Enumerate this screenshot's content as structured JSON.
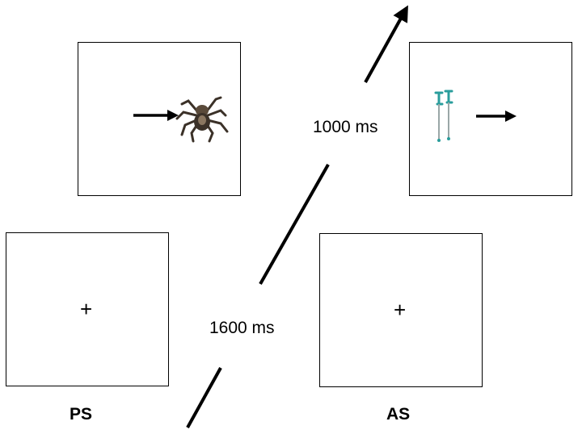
{
  "conditions": {
    "ps_label": "PS",
    "as_label": "AS"
  },
  "fixation": {
    "symbol": "+"
  },
  "timings": {
    "fixation_duration": "1600 ms",
    "target_duration": "1000 ms"
  },
  "stimuli": {
    "ps_target": "spider-icon",
    "as_target": "crutches-icon",
    "cue": "arrow-right-icon"
  },
  "colors": {
    "line": "#000000",
    "crutch": "#2a9d9c",
    "spider": "#3b3128"
  }
}
